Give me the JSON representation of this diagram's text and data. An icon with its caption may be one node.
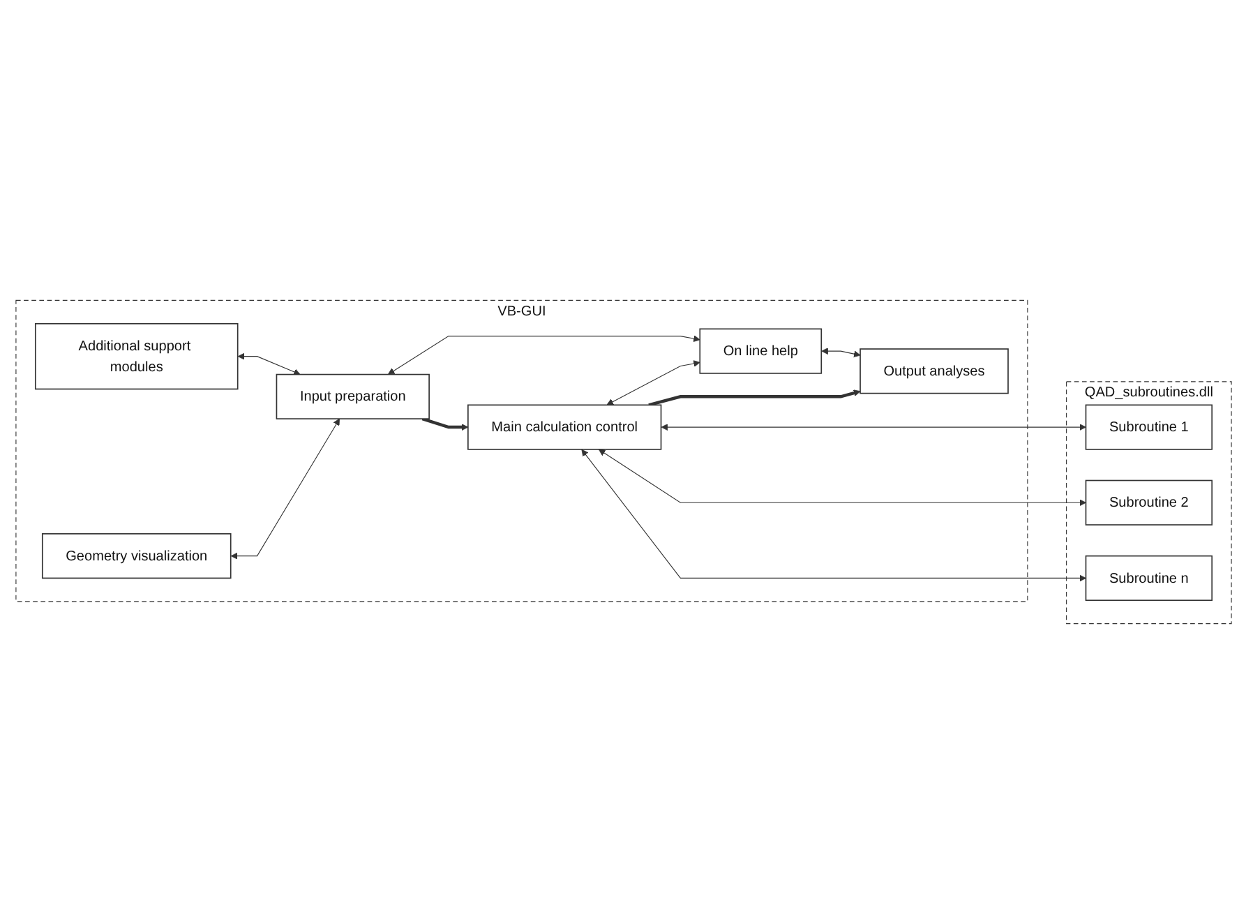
{
  "diagram": {
    "nodes": [
      {
        "text": [
          "VB-GUI"
        ]
      },
      {
        "text": [
          "Additional support modules"
        ],
        "in": 0
      },
      {
        "text": [
          "Input preparation"
        ],
        "in": 0
      },
      {
        "text": [
          "Geometry visualization"
        ],
        "in": 0
      },
      {
        "text": [
          "Main calculation control"
        ],
        "in": 0
      },
      {
        "text": [
          "On line help"
        ],
        "in": 0
      },
      {
        "text": [
          "Output analyses"
        ],
        "in": 0
      },
      {
        "text": [
          "QAD_subroutines.dll"
        ]
      },
      {
        "text": [
          "Subroutine 1"
        ],
        "in": 7
      },
      {
        "text": [
          "Subroutine 2"
        ],
        "in": 7
      },
      {
        "text": [
          "Subroutine n"
        ],
        "in": 7
      }
    ],
    "edges": [
      {
        "from": 1,
        "to": 2,
        "arrow": "both"
      },
      {
        "from": 3,
        "to": 2,
        "arrow": "both"
      },
      {
        "from": 2,
        "to": 5,
        "arrow": "both"
      },
      {
        "from": 2,
        "to": 4,
        "arrow": "to",
        "style": "thick"
      },
      {
        "from": 4,
        "to": 5,
        "arrow": "both"
      },
      {
        "from": 4,
        "to": 6,
        "arrow": "to",
        "style": "thick"
      },
      {
        "from": 5,
        "to": 6,
        "arrow": "both"
      },
      {
        "from": 4,
        "to": 8,
        "arrow": "both"
      },
      {
        "from": 4,
        "to": 9,
        "arrow": "both"
      },
      {
        "from": 4,
        "to": 10,
        "arrow": "both"
      }
    ]
  }
}
